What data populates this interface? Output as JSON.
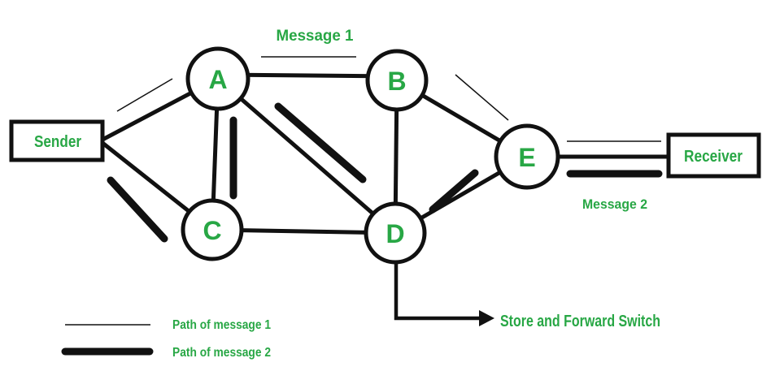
{
  "colors": {
    "accent_green": "#28a745",
    "line_black": "#111111",
    "background": "#ffffff"
  },
  "diagram": {
    "endpoints": {
      "sender": "Sender",
      "receiver": "Receiver"
    },
    "nodes": [
      {
        "id": "A",
        "label": "A"
      },
      {
        "id": "B",
        "label": "B"
      },
      {
        "id": "C",
        "label": "C"
      },
      {
        "id": "D",
        "label": "D"
      },
      {
        "id": "E",
        "label": "E"
      }
    ],
    "edges": [
      "Sender-A",
      "Sender-C",
      "A-B",
      "A-C",
      "A-D",
      "B-D",
      "B-E",
      "C-D",
      "D-E",
      "E-Receiver"
    ],
    "labels": {
      "message1": "Message 1",
      "message2": "Message 2",
      "store_forward": "Store and Forward Switch"
    },
    "legend": [
      {
        "line_style": "thin",
        "label": "Path of message 1"
      },
      {
        "line_style": "thick",
        "label": "Path of message 2"
      }
    ],
    "routes": {
      "message1": [
        "Sender",
        "A",
        "B",
        "E",
        "Receiver"
      ],
      "message2": [
        "Sender",
        "C",
        "A",
        "D",
        "E",
        "Receiver"
      ]
    }
  }
}
